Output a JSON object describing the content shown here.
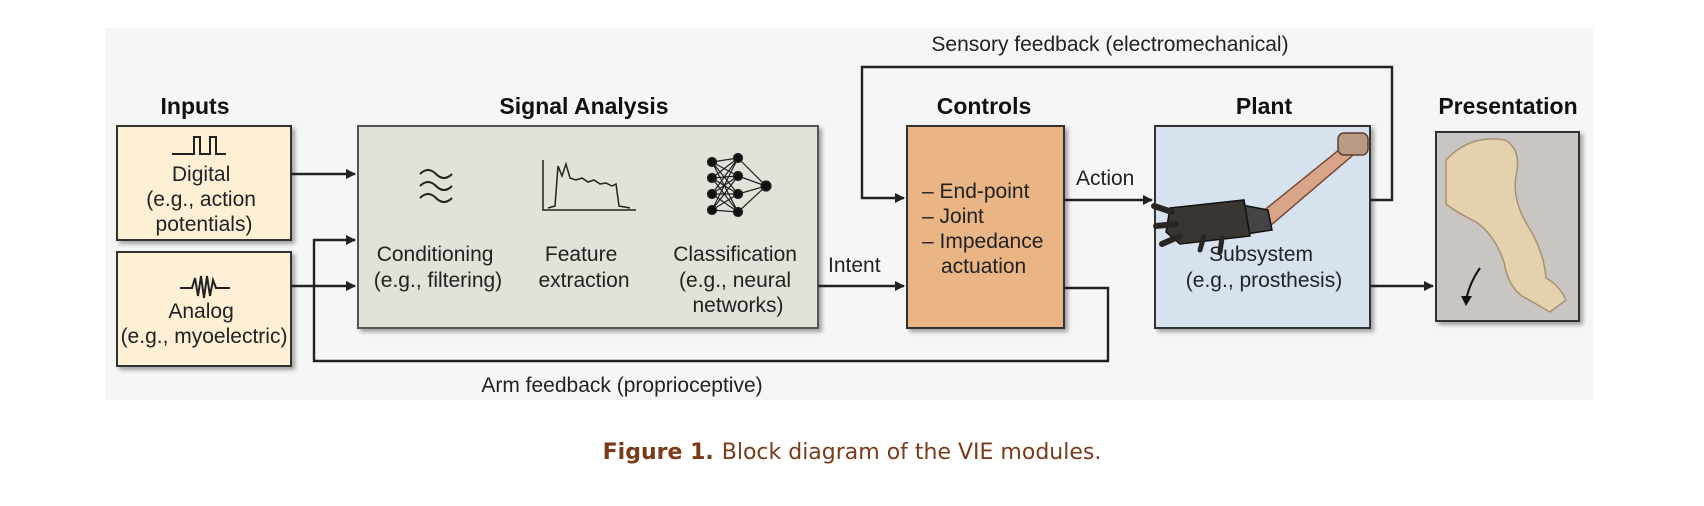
{
  "headers": {
    "inputs": "Inputs",
    "signal_analysis": "Signal Analysis",
    "controls": "Controls",
    "plant": "Plant",
    "presentation": "Presentation"
  },
  "inputs": {
    "digital": [
      "Digital",
      "(e.g., action",
      "potentials)"
    ],
    "analog": [
      "Analog",
      "(e.g., myoelectric)"
    ]
  },
  "signal_analysis": {
    "conditioning": [
      "Conditioning",
      "(e.g., filtering)"
    ],
    "feature": [
      "Feature",
      "extraction"
    ],
    "classification": [
      "Classification",
      "(e.g., neural",
      "networks)"
    ]
  },
  "controls": [
    "– End-point",
    "– Joint",
    "– Impedance",
    "actuation"
  ],
  "plant": [
    "Subsystem",
    "(e.g., prosthesis)"
  ],
  "edges": {
    "intent": "Intent",
    "action": "Action",
    "sensory_feedback": "Sensory feedback (electromechanical)",
    "arm_feedback": "Arm feedback (proprioceptive)"
  },
  "caption": {
    "label": "Figure 1.",
    "text": "Block diagram of the VIE modules."
  },
  "colors": {
    "inputs_fill": "#fdf0d5",
    "signal_fill": "#dfe3d8",
    "controls_fill": "#eab585",
    "plant_fill": "#d6e3ef",
    "presentation_fill": "#c9c5c2",
    "panel_bg": "#f6f6f6",
    "caption": "#7a3b1a"
  }
}
